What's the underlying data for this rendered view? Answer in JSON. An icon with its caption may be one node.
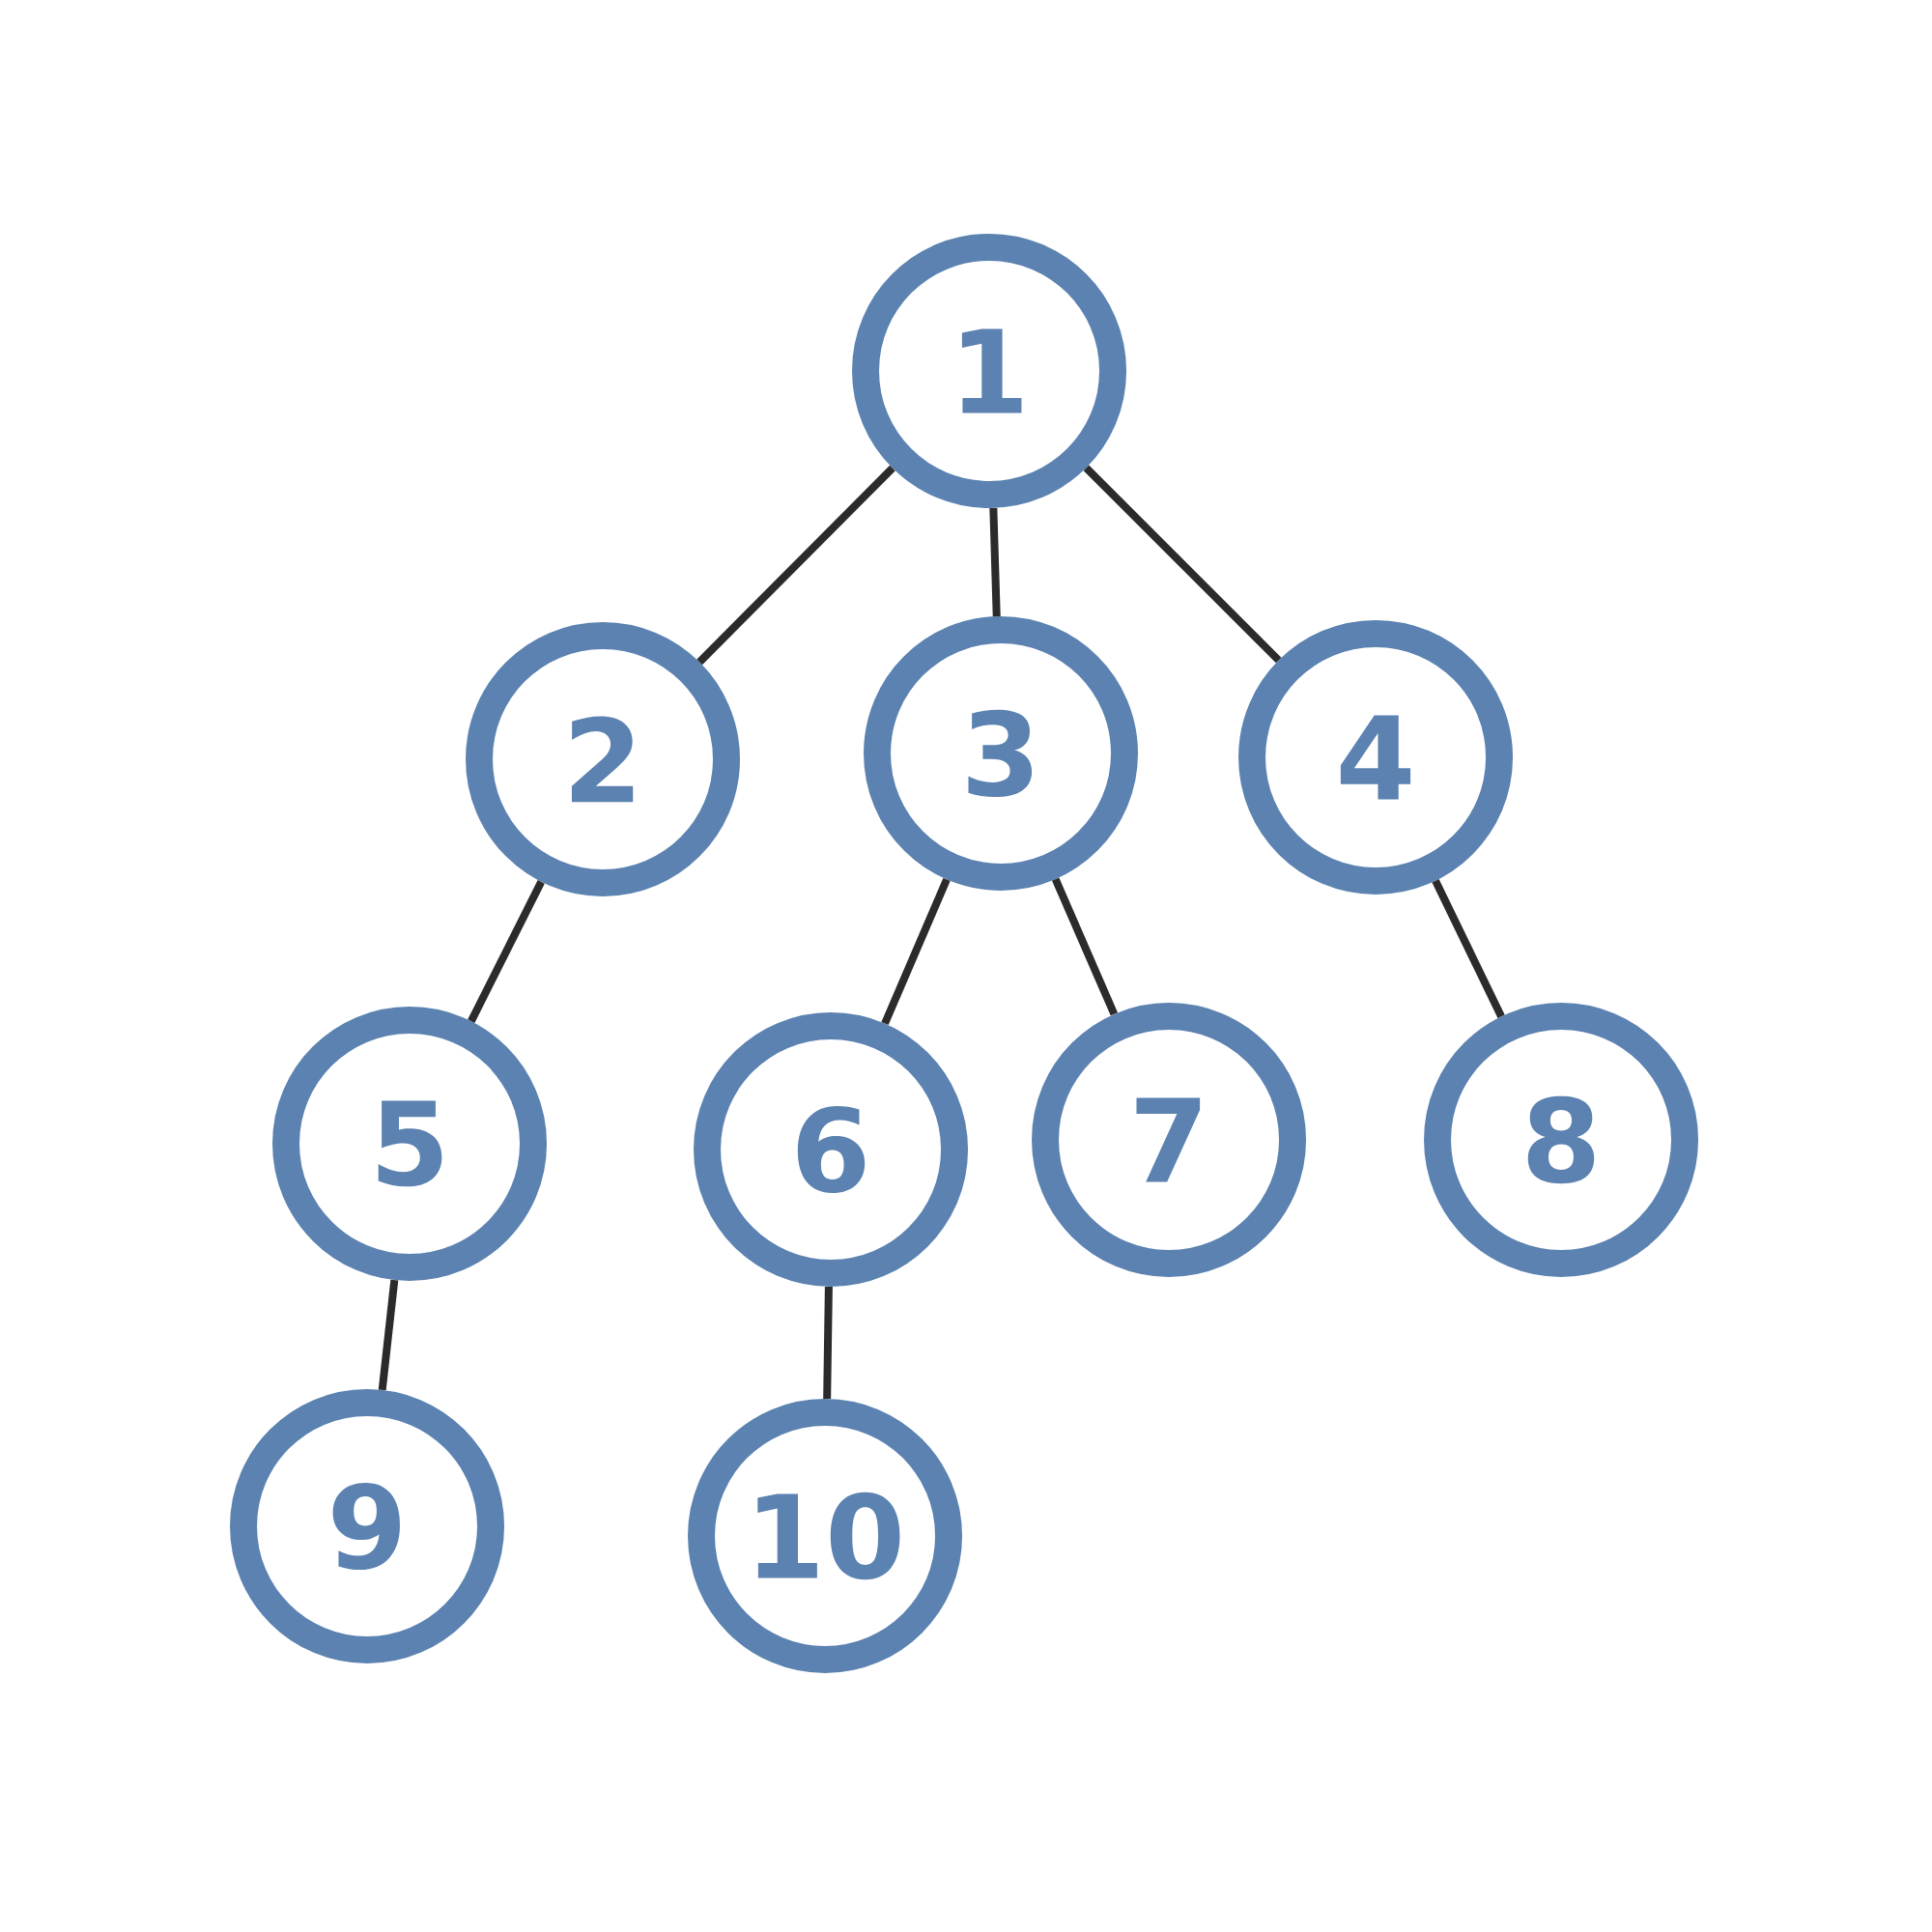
{
  "diagram": {
    "nodes": [
      {
        "text": [
          "1"
        ]
      },
      {
        "text": [
          "2"
        ]
      },
      {
        "text": [
          "3"
        ]
      },
      {
        "text": [
          "4"
        ]
      },
      {
        "text": [
          "5"
        ]
      },
      {
        "text": [
          "6"
        ]
      },
      {
        "text": [
          "7"
        ]
      },
      {
        "text": [
          "8"
        ]
      },
      {
        "text": [
          "9"
        ]
      },
      {
        "text": [
          "10"
        ]
      }
    ],
    "edges": [
      {
        "from": 0,
        "to": 1,
        "arrow": "none"
      },
      {
        "from": 0,
        "to": 2,
        "arrow": "none"
      },
      {
        "from": 0,
        "to": 3,
        "arrow": "none"
      },
      {
        "from": 1,
        "to": 4,
        "arrow": "none"
      },
      {
        "from": 2,
        "to": 5,
        "arrow": "none"
      },
      {
        "from": 2,
        "to": 6,
        "arrow": "none"
      },
      {
        "from": 3,
        "to": 7,
        "arrow": "none"
      },
      {
        "from": 4,
        "to": 8,
        "arrow": "none"
      },
      {
        "from": 5,
        "to": 9,
        "arrow": "none"
      }
    ]
  }
}
